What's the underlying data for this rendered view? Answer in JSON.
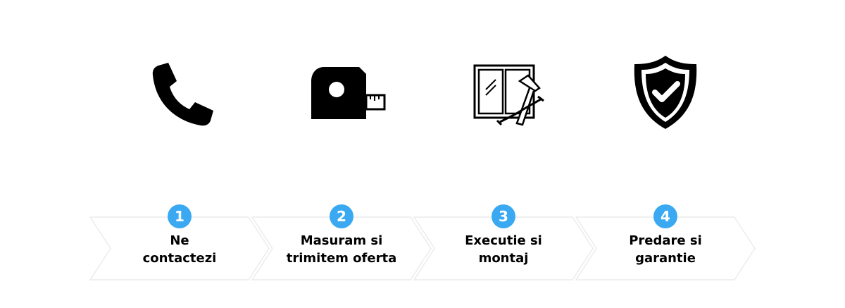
{
  "accent_color": "#3aa9f1",
  "steps": [
    {
      "number": "1",
      "line1": "Ne",
      "line2": "contactezi",
      "icon": "phone-icon"
    },
    {
      "number": "2",
      "line1": "Masuram si",
      "line2": "trimitem oferta",
      "icon": "tape-measure-icon"
    },
    {
      "number": "3",
      "line1": "Executie si",
      "line2": "montaj",
      "icon": "window-tools-icon"
    },
    {
      "number": "4",
      "line1": "Predare si",
      "line2": "garantie",
      "icon": "shield-check-icon"
    }
  ]
}
